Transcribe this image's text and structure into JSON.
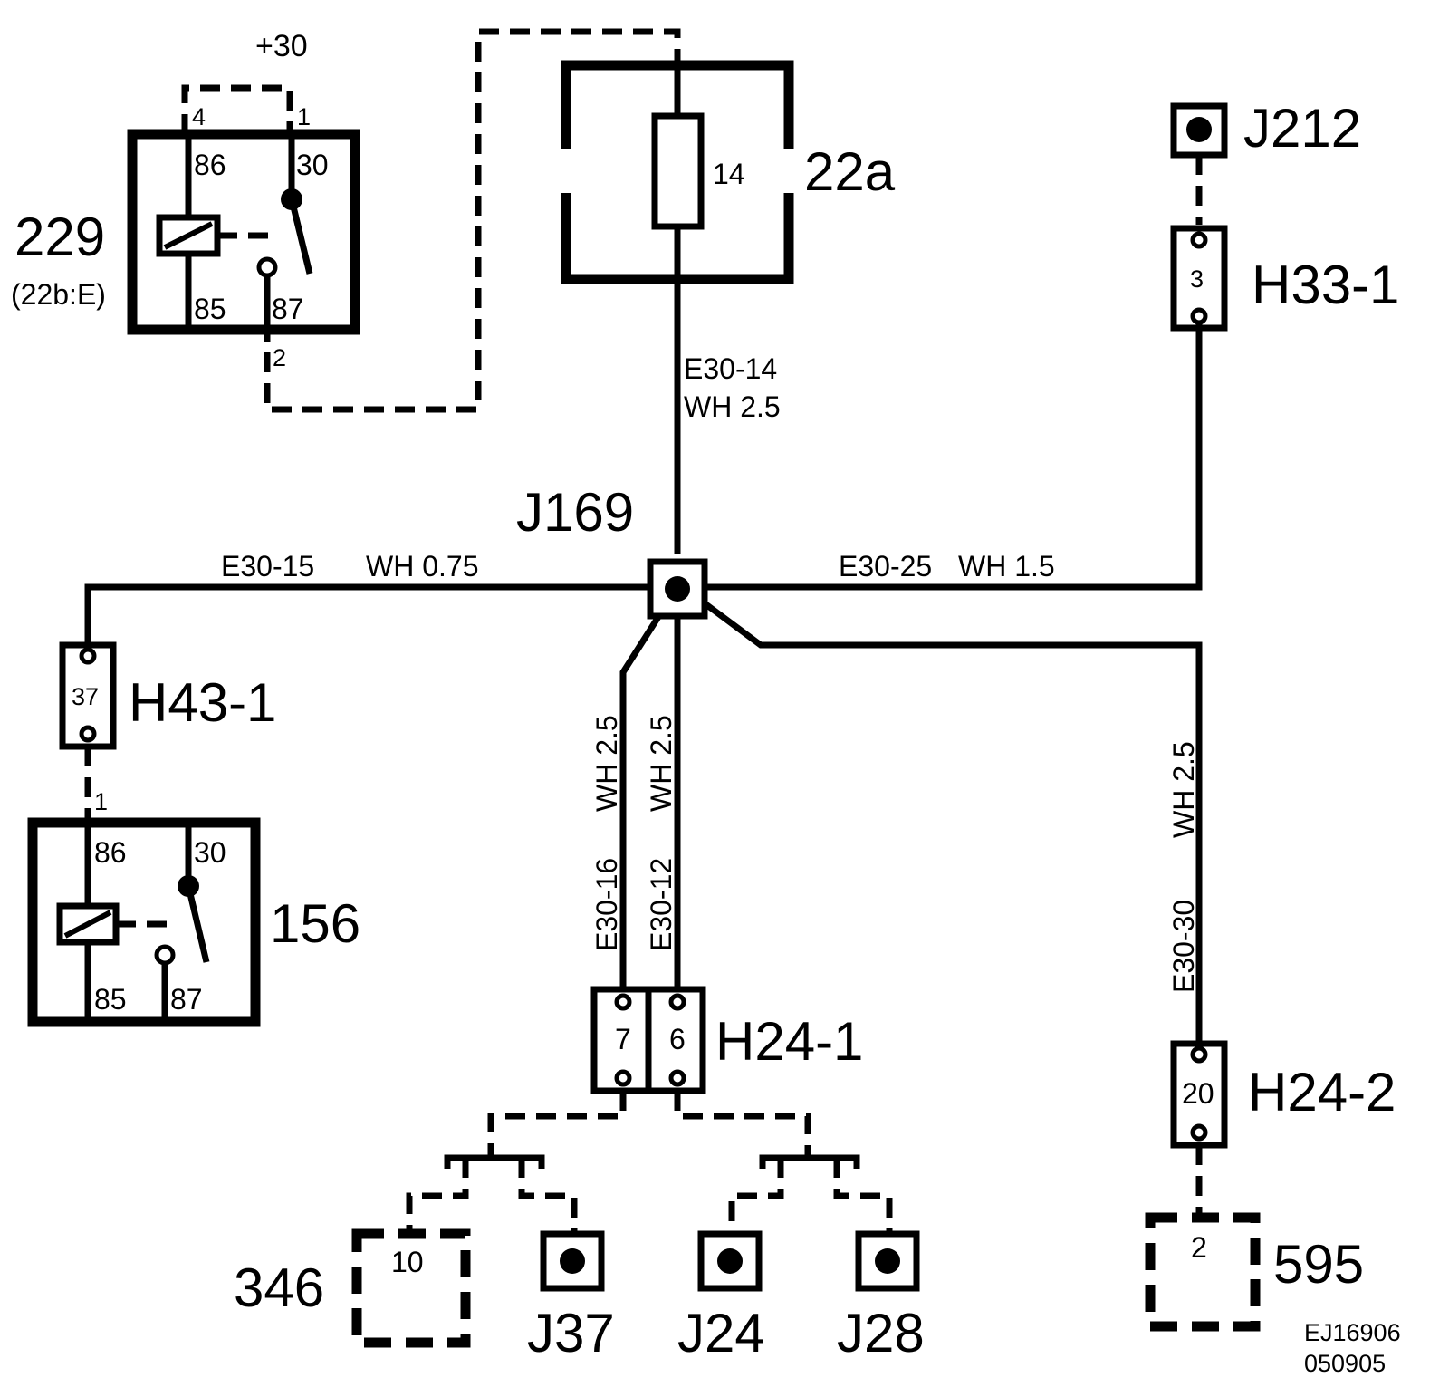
{
  "diagram": {
    "supply_label": "+30",
    "relay_229": {
      "id": "229",
      "ref": "(22b:E)",
      "pins": {
        "p4": "4",
        "p1": "1",
        "p86": "86",
        "p30": "30",
        "p85": "85",
        "p87": "87",
        "p2": "2"
      }
    },
    "fuse_box": {
      "id": "22a",
      "fuse": "14"
    },
    "junctions": {
      "j212": "J212",
      "j169": "J169",
      "j37": "J37",
      "j24": "J24",
      "j28": "J28"
    },
    "connectors": {
      "h33_1": {
        "id": "H33-1",
        "pin": "3"
      },
      "h43_1": {
        "id": "H43-1",
        "pin": "37"
      },
      "h24_1": {
        "id": "H24-1",
        "pins": [
          "7",
          "6"
        ]
      },
      "h24_2": {
        "id": "H24-2",
        "pin": "20"
      }
    },
    "relay_156": {
      "id": "156",
      "pins": {
        "p1": "1",
        "p86": "86",
        "p30": "30",
        "p85": "85",
        "p87": "87"
      }
    },
    "component_346": {
      "id": "346",
      "pin": "10"
    },
    "component_595": {
      "id": "595",
      "pin": "2"
    },
    "wires": {
      "e30_14": {
        "code": "E30-14",
        "spec": "WH 2.5"
      },
      "e30_15": {
        "code": "E30-15",
        "spec": "WH  0.75"
      },
      "e30_25": {
        "code": "E30-25",
        "spec": "WH  1.5"
      },
      "e30_16": {
        "code": "E30-16",
        "spec": "WH  2.5"
      },
      "e30_12": {
        "code": "E30-12",
        "spec": "WH  2.5"
      },
      "e30_30": {
        "code": "E30-30",
        "spec": "WH 2.5"
      }
    },
    "drawing_ref": {
      "code": "EJ16906",
      "date": "050905"
    }
  }
}
